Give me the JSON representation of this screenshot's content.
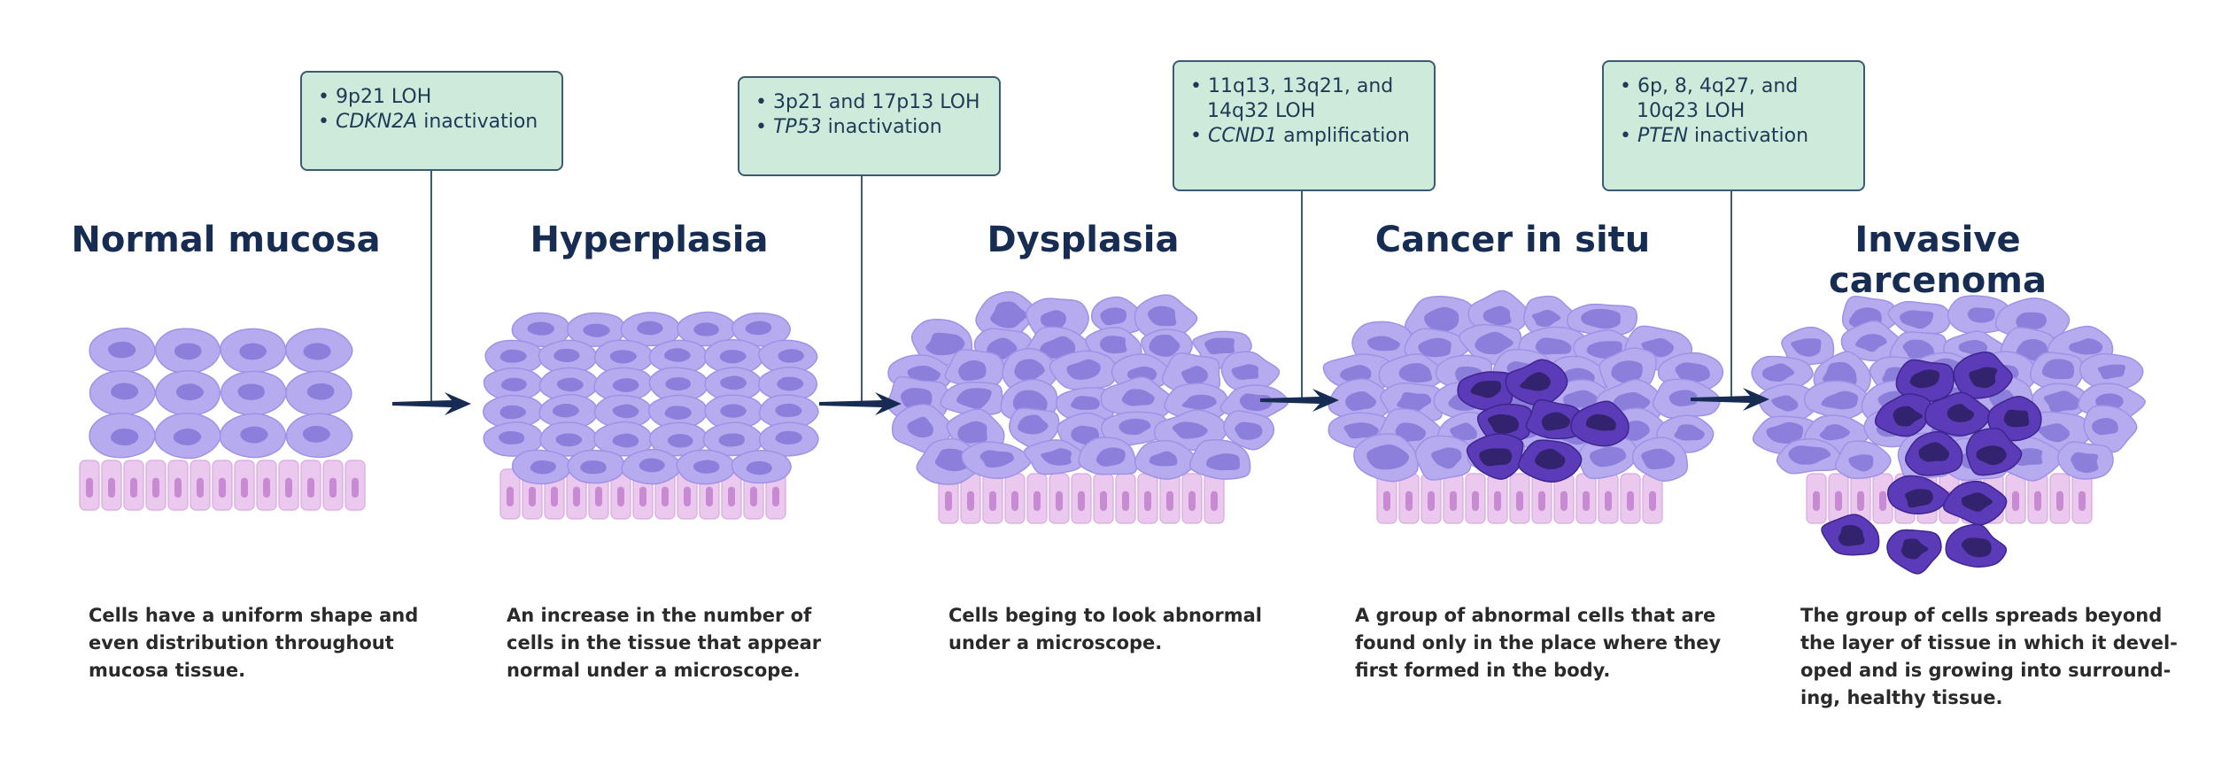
{
  "stages": [
    {
      "title": "Normal mucosa",
      "description_lines": [
        "Cells have a uniform shape and",
        "even distribution throughout",
        "mucosa tissue."
      ]
    },
    {
      "title": "Hyperplasia",
      "description_lines": [
        "An increase in the number of",
        "cells in the tissue that appear",
        "normal under a microscope."
      ]
    },
    {
      "title": "Dysplasia",
      "description_lines": [
        "Cells beging to look abnormal",
        "under a microscope."
      ]
    },
    {
      "title": "Cancer in situ",
      "description_lines": [
        "A group of abnormal cells that are",
        "found only in the place where they",
        "first formed in the body."
      ]
    },
    {
      "title": "Invasive carcenoma",
      "description_lines": [
        "The group of cells spreads beyond",
        "the layer of tissue in which it devel-",
        "oped and is growing into surround-",
        "ing, healthy tissue."
      ]
    }
  ],
  "transitions": [
    {
      "items": [
        {
          "text": "9p21 LOH"
        },
        {
          "gene": "CDKN2A",
          "text": " inactivation"
        }
      ]
    },
    {
      "items": [
        {
          "text": "3p21 and 17p13 LOH"
        },
        {
          "gene": "TP53",
          "text": " inactivation"
        }
      ]
    },
    {
      "items": [
        {
          "text": "11q13, 13q21, and",
          "cont": "14q32 LOH"
        },
        {
          "gene": "CCND1",
          "text": " amplification"
        }
      ]
    },
    {
      "items": [
        {
          "text": "6p, 8, 4q27, and",
          "cont": "10q23 LOH"
        },
        {
          "gene": "PTEN",
          "text": " inactivation"
        }
      ]
    }
  ],
  "bullet": "•",
  "colors": {
    "title": "#172c52",
    "box_fill": "#cdeadb",
    "box_border": "#3c5a72",
    "arrow": "#172c52",
    "cell_light": "#b7abef",
    "cell_nucleus": "#8c7fdc",
    "cell_abnormal": "#5b3bb8",
    "basal_layer": "#ebc9ef"
  }
}
